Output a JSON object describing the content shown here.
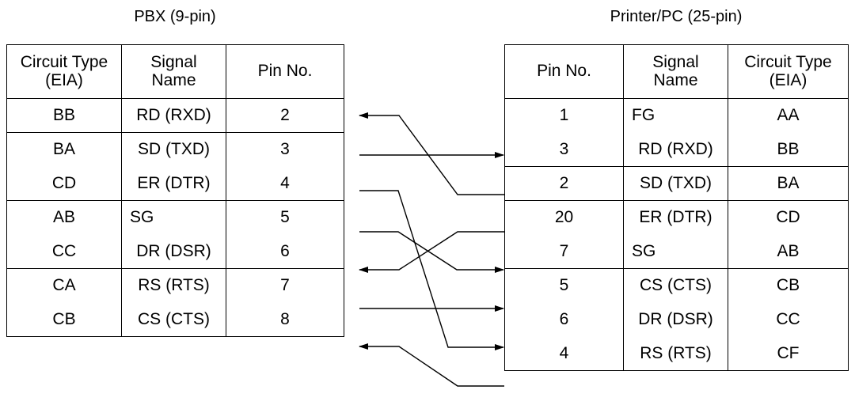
{
  "left": {
    "title": "PBX (9-pin)",
    "headers": [
      "Circuit Type\n(EIA)",
      "Signal\nName",
      "Pin No."
    ],
    "rows": [
      {
        "type": "BB",
        "signal": "RD (RXD)",
        "pin": "2"
      },
      {
        "type": "BA",
        "signal": "SD (TXD)",
        "pin": "3"
      },
      {
        "type": "CD",
        "signal": "ER (DTR)",
        "pin": "4"
      },
      {
        "type": "AB",
        "signal": "SG",
        "pin": "5"
      },
      {
        "type": "CC",
        "signal": "DR (DSR)",
        "pin": "6"
      },
      {
        "type": "CA",
        "signal": "RS (RTS)",
        "pin": "7"
      },
      {
        "type": "CB",
        "signal": "CS (CTS)",
        "pin": "8"
      }
    ]
  },
  "right": {
    "title": "Printer/PC (25-pin)",
    "headers": [
      "Pin No.",
      "Signal\nName",
      "Circuit Type\n(EIA)"
    ],
    "rows": [
      {
        "pin": "1",
        "signal": "FG",
        "type": "AA"
      },
      {
        "pin": "3",
        "signal": "RD (RXD)",
        "type": "BB"
      },
      {
        "pin": "2",
        "signal": "SD (TXD)",
        "type": "BA"
      },
      {
        "pin": "20",
        "signal": "ER (DTR)",
        "type": "CD"
      },
      {
        "pin": "7",
        "signal": "SG",
        "type": "AB"
      },
      {
        "pin": "5",
        "signal": "CS (CTS)",
        "type": "CB"
      },
      {
        "pin": "6",
        "signal": "DR (DSR)",
        "type": "CC"
      },
      {
        "pin": "4",
        "signal": "RS (RTS)",
        "type": "CF"
      }
    ]
  },
  "connections": [
    {
      "left_pin": "2",
      "right_pin": "2",
      "direction": "to-left"
    },
    {
      "left_pin": "3",
      "right_pin": "3",
      "direction": "to-right"
    },
    {
      "left_pin": "4",
      "right_pin": "6",
      "direction": "to-right"
    },
    {
      "left_pin": "5",
      "right_pin": "7",
      "direction": "to-right"
    },
    {
      "left_pin": "6",
      "right_pin": "20",
      "direction": "to-left"
    },
    {
      "left_pin": "7",
      "right_pin": "5",
      "direction": "to-right"
    },
    {
      "left_pin": "8",
      "right_pin": "4",
      "direction": "to-left"
    }
  ]
}
